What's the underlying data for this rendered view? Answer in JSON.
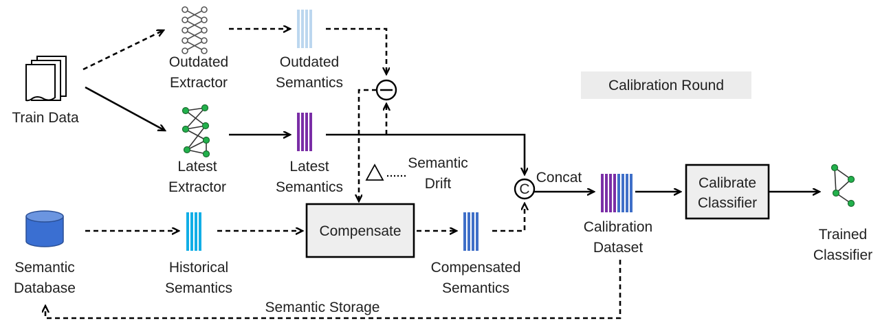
{
  "nodes": {
    "train_data": "Train Data",
    "outdated_extractor": [
      "Outdated",
      "Extractor"
    ],
    "latest_extractor": [
      "Latest",
      "Extractor"
    ],
    "outdated_semantics": [
      "Outdated",
      "Semantics"
    ],
    "latest_semantics": [
      "Latest",
      "Semantics"
    ],
    "semantic_drift": [
      "Semantic",
      "Drift"
    ],
    "calibration_round": "Calibration Round",
    "concat": "Concat",
    "concat_symbol": "C",
    "compensate": "Compensate",
    "semantic_database": [
      "Semantic",
      "Database"
    ],
    "historical_semantics": [
      "Historical",
      "Semantics"
    ],
    "compensated_semantics": [
      "Compensated",
      "Semantics"
    ],
    "calibration_dataset": [
      "Calibration",
      "Dataset"
    ],
    "calibrate_classifier": [
      "Calibrate",
      "Classifier"
    ],
    "trained_classifier": [
      "Trained",
      "Classifier"
    ],
    "semantic_storage": "Semantic Storage"
  },
  "colors": {
    "outdated_bars": "#bcd7ef",
    "latest_bars": "#7a2ea6",
    "historical_bars": "#12aee6",
    "compensated_bars": "#3f6fc8",
    "calibration_bars": [
      "#7a2ea6",
      "#7a2ea6",
      "#3f6fc8",
      "#3f6fc8"
    ],
    "network_node": "#22b14c",
    "database": "#3a6fd2",
    "box_fill": "#eeeeee",
    "tag_fill": "#ececec"
  }
}
